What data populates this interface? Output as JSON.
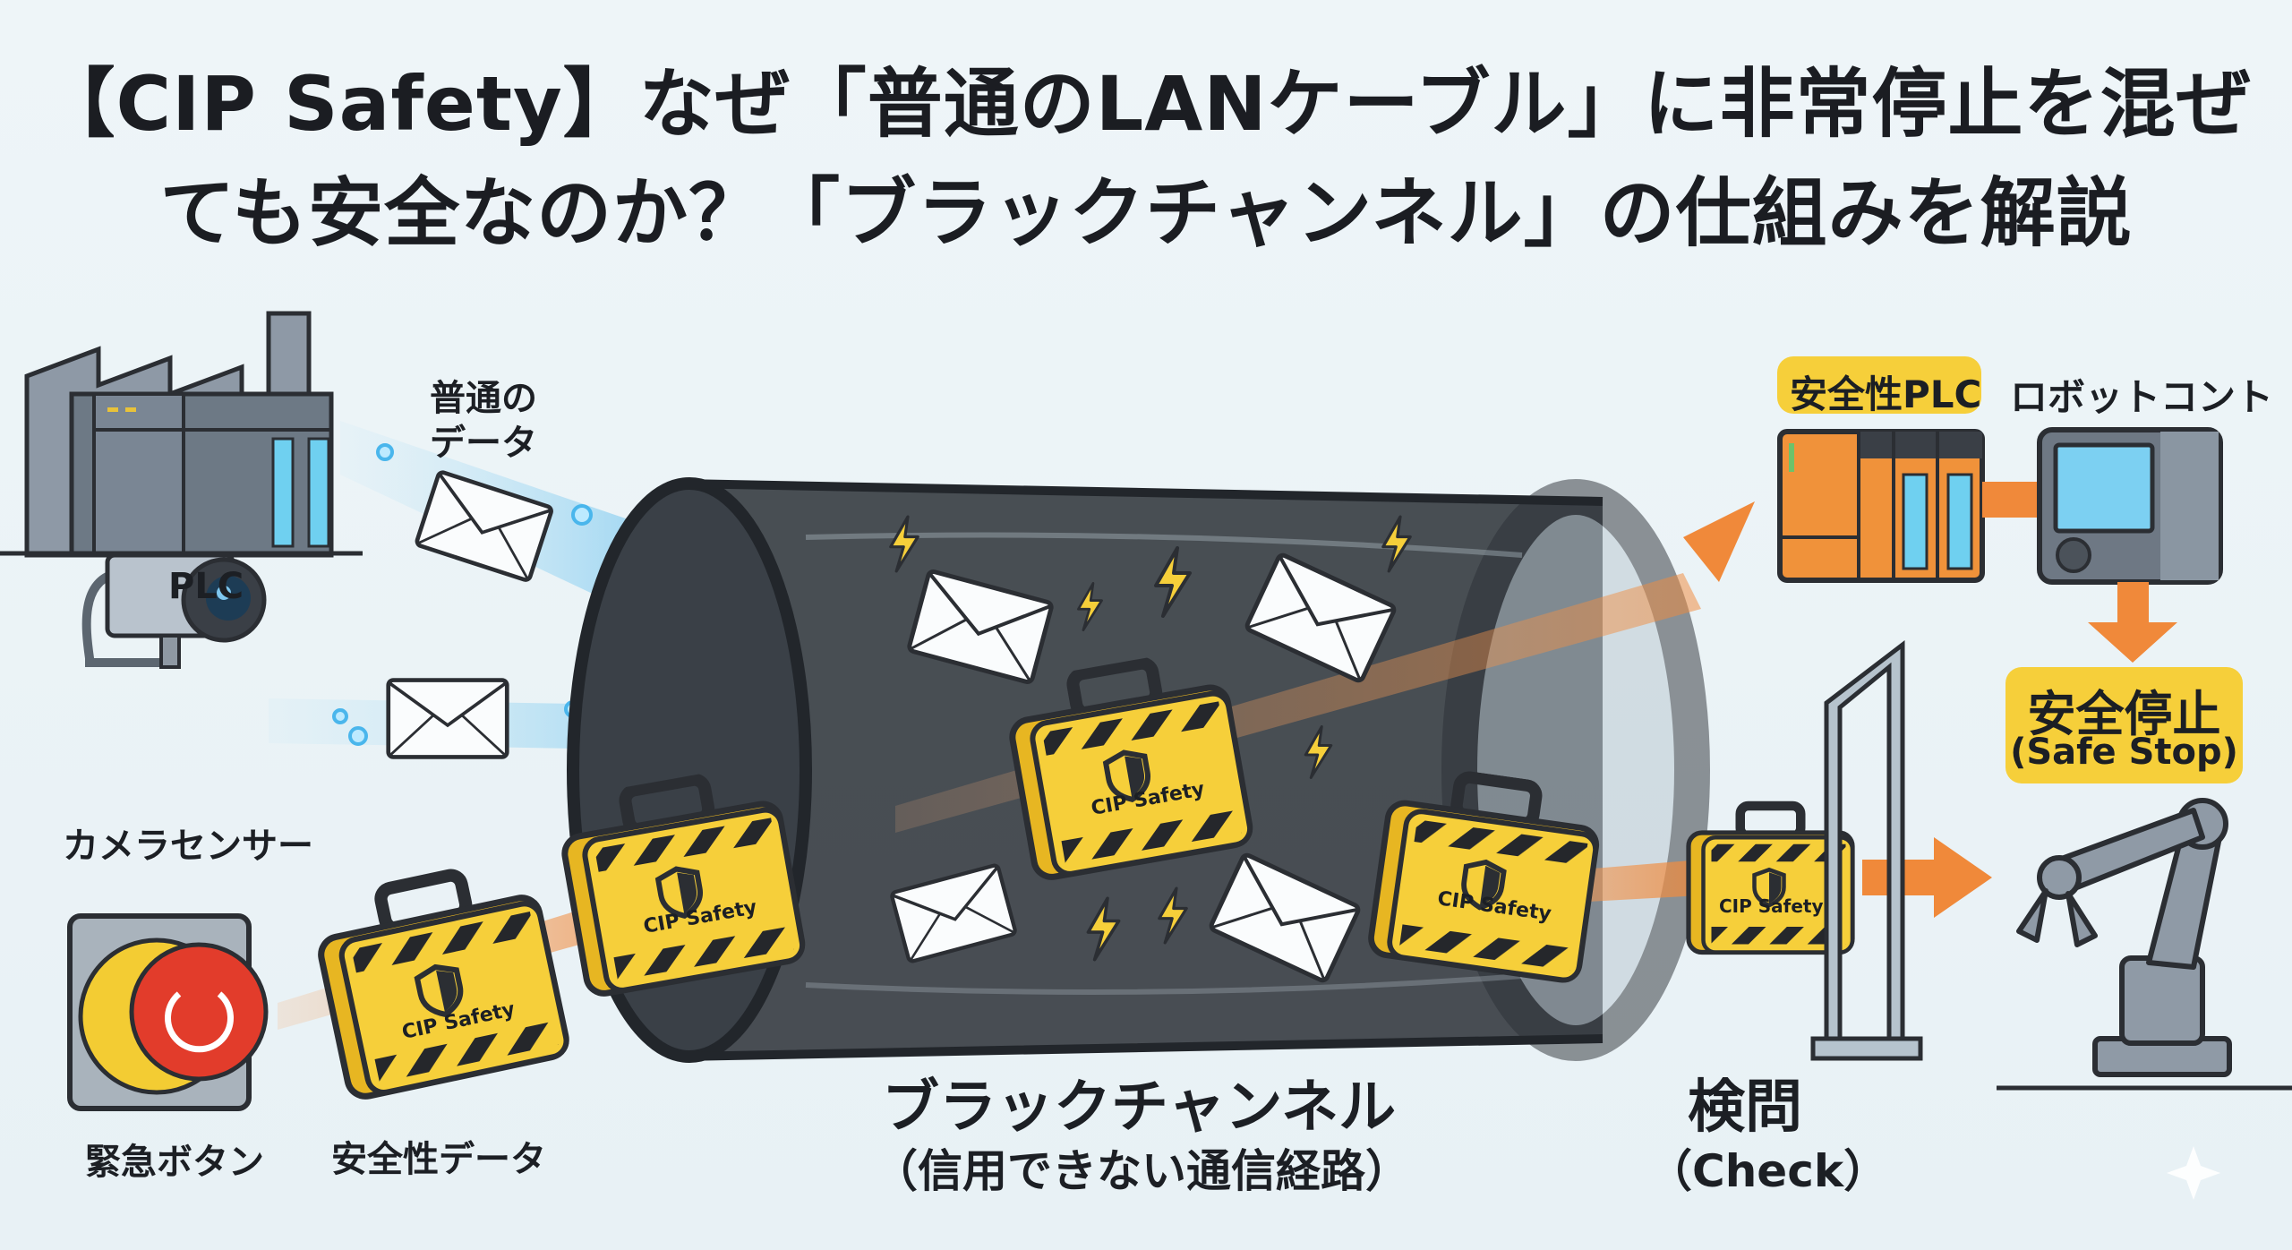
{
  "title": {
    "line1": "【CIP Safety】なぜ「普通のLANケーブル」に非常停止を混ぜ",
    "line2": "ても安全なのか？「ブラックチャンネル」の仕組みを解説"
  },
  "left": {
    "plc_label": "PLC",
    "camera_label": "カメラセンサー",
    "estop_label": "緊急ボタン",
    "normal_data_label_1": "普通の",
    "normal_data_label_2": "データ",
    "safety_data_label": "安全性データ"
  },
  "briefcase_text": "CIP Safety",
  "channel": {
    "label": "ブラックチャンネル",
    "sublabel": "（信用できない通信経路）"
  },
  "right": {
    "safety_plc_label": "安全性PLC",
    "robot_controller_label": "ロボットコント",
    "safe_stop_label": "安全停止",
    "safe_stop_sublabel": "(Safe Stop)",
    "check_label": "検問",
    "check_sublabel": "（Check）"
  },
  "colors": {
    "accent_yellow": "#f6cf3a",
    "arrow_orange": "#f0893a",
    "data_blue": "#5fc2ee",
    "tube_dark": "#2d3136"
  }
}
